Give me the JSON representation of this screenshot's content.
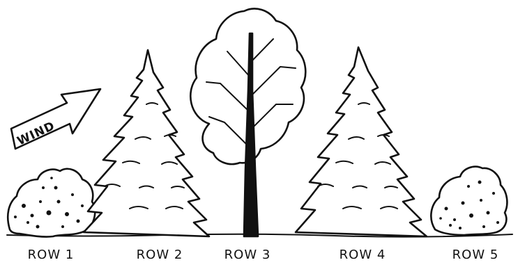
{
  "wind": {
    "label": "WIND"
  },
  "rows": [
    {
      "label": "ROW 1",
      "plant": "shrub"
    },
    {
      "label": "ROW 2",
      "plant": "conifer"
    },
    {
      "label": "ROW 3",
      "plant": "deciduous-tree"
    },
    {
      "label": "ROW 4",
      "plant": "conifer"
    },
    {
      "label": "ROW 5",
      "plant": "shrub"
    }
  ],
  "colors": {
    "ink": "#111111",
    "paper": "#ffffff"
  }
}
